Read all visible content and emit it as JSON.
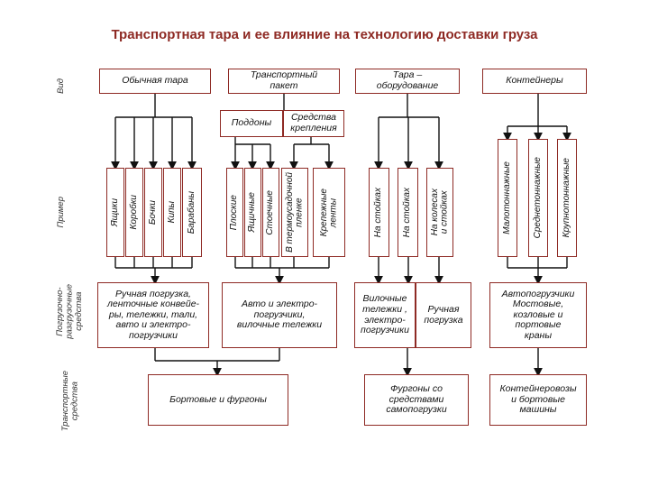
{
  "title": "Транспортная тара и ее влияние на технологию доставки груза",
  "row_labels": {
    "vid": "Вид",
    "primer": "Пример",
    "loading": "Погрузочно-\nразгрузочные\nсредства",
    "transport": "Транспортные\nсредства"
  },
  "types": {
    "t1": "Обычная тара",
    "t2": "Транспортный\nпакет",
    "t3": "Тара –\nоборудование",
    "t4": "Контейнеры"
  },
  "sub": {
    "pallets": "Поддоны",
    "fastening": "Средства\nкрепления"
  },
  "examples": {
    "e1": "Ящики",
    "e2": "Коробки",
    "e3": "Бочки",
    "e4": "Кипы",
    "e5": "Барабаны",
    "e6": "Плоские",
    "e7": "Ящичные",
    "e8": "Стоечные",
    "e9": "В термоусадочной\nпленке",
    "e10": "Крепежные\nленты",
    "e11": "На стойках",
    "e12": "На стойках",
    "e13": "На колесах\nи стойках",
    "e14": "Малотоннажные",
    "e15": "Среднетоннажные",
    "e16": "Крупнотоннажные"
  },
  "loading": {
    "l1": "Ручная погрузка,\nленточные конвейе-\nры, тележки, тали,\nавто и электро-\nпогрузчики",
    "l2": "Авто и электро-\nпогрузчики,\nвилочные тележки",
    "l3a": "Вилочные\nтележки ,\nэлектро-\nпогрузчики",
    "l3b": "Ручная\nпогрузка",
    "l4": "Автопогрузчики\nМостовые,\nкозловые и\nпортовые\nкраны"
  },
  "transport": {
    "tr1": "Бортовые и фургоны",
    "tr2": "Фургоны со\nсредствами\nсамопогрузки",
    "tr3": "Контейнеровозы\nи бортовые\nмашины"
  },
  "colors": {
    "border": "#8e2a24",
    "title": "#8e2a24",
    "line": "#111111"
  }
}
